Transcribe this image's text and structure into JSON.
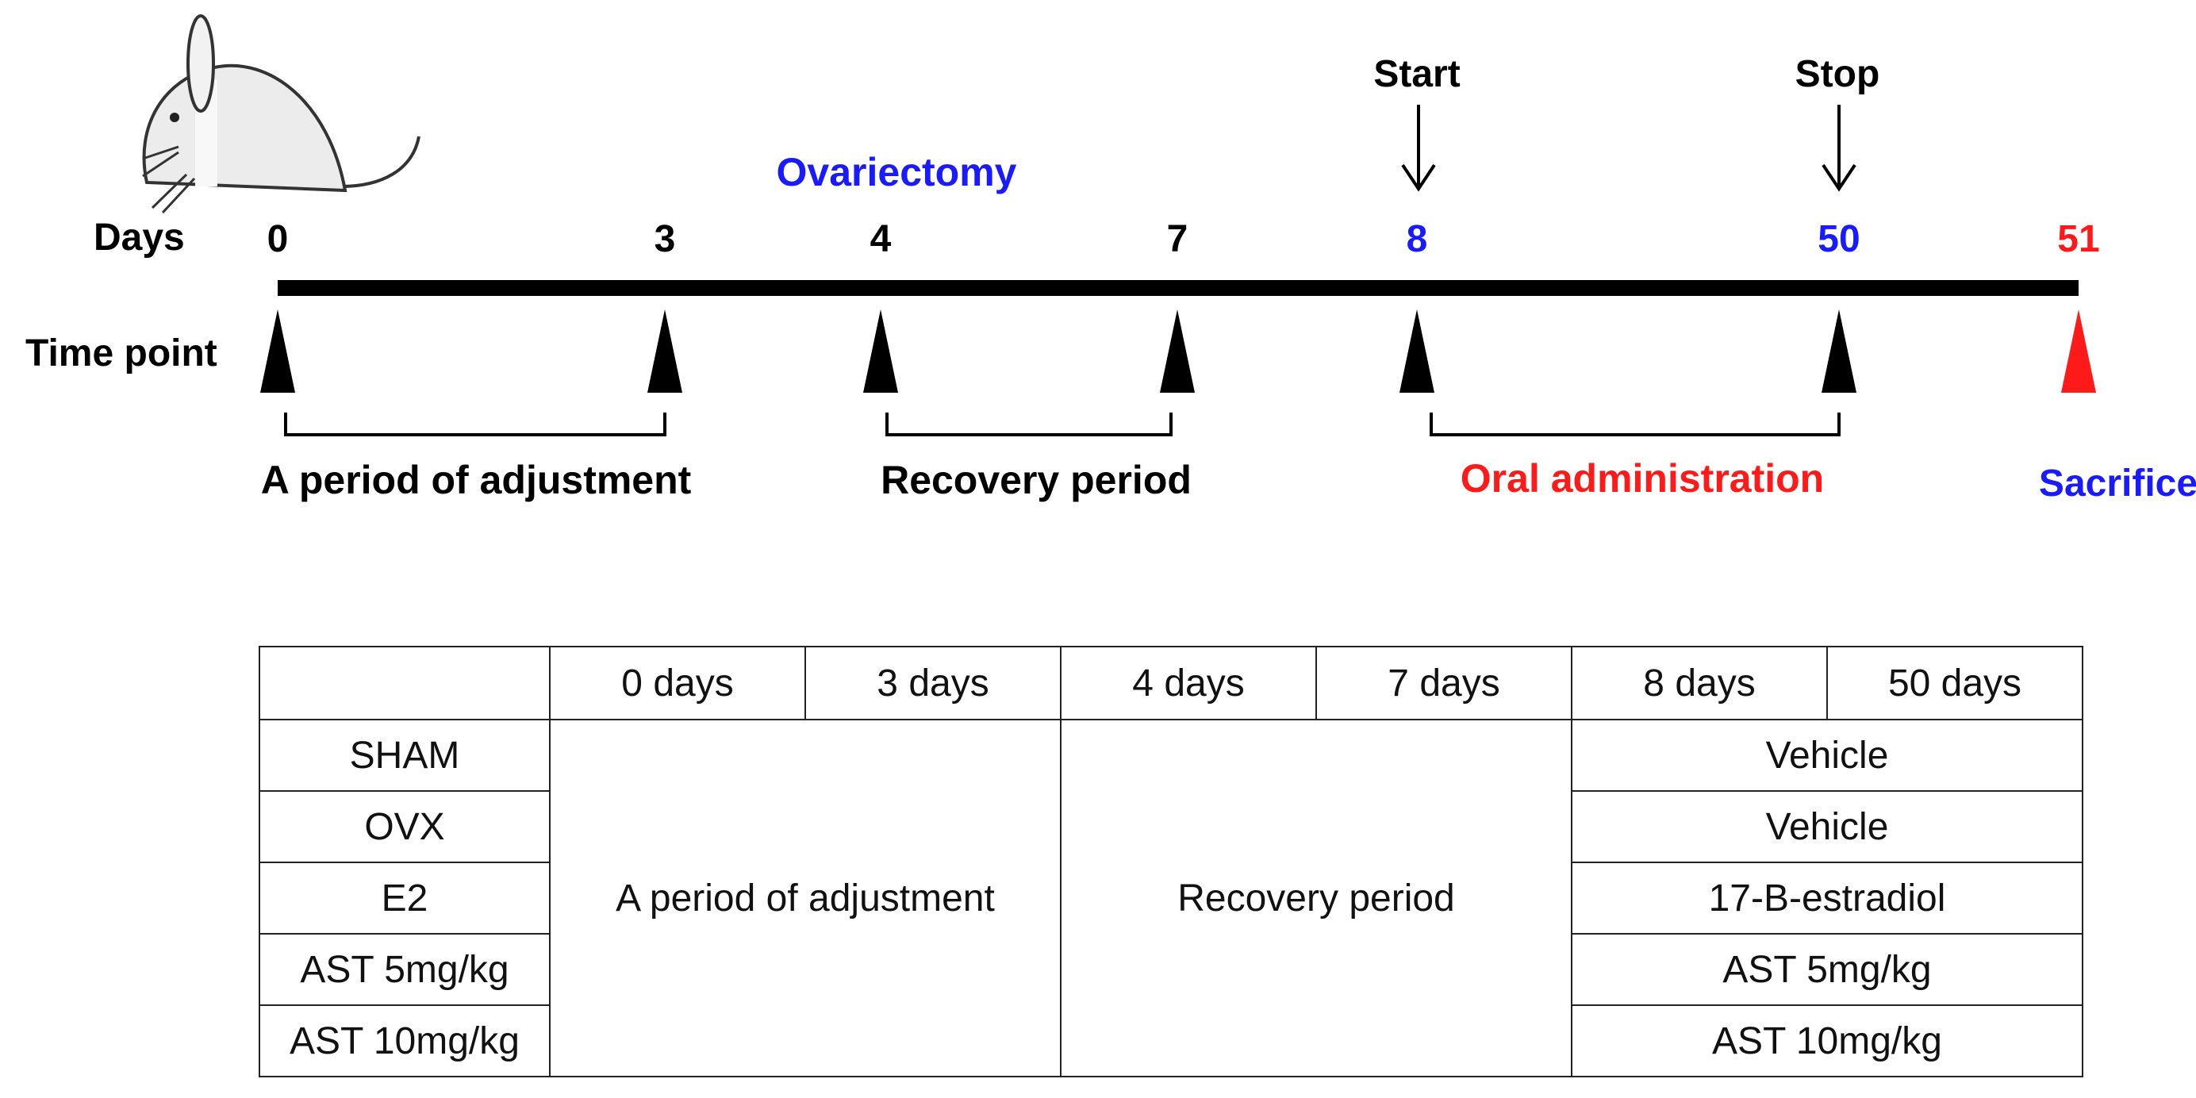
{
  "colors": {
    "black": "#000000",
    "blue": "#1a1aff",
    "red": "#ff1a1a"
  },
  "timeline": {
    "days_label": "Days",
    "time_point_label": "Time point",
    "ticks": [
      {
        "day": "0",
        "color": "black"
      },
      {
        "day": "3",
        "color": "black"
      },
      {
        "day": "4",
        "color": "black"
      },
      {
        "day": "7",
        "color": "black"
      },
      {
        "day": "8",
        "color": "blue"
      },
      {
        "day": "50",
        "color": "blue"
      },
      {
        "day": "51",
        "color": "red"
      }
    ],
    "events": {
      "ovariectomy": "Ovariectomy",
      "start": "Start",
      "stop": "Stop",
      "sacrifice": "Sacrifice"
    },
    "periods": {
      "adjustment": "A period of adjustment",
      "recovery": "Recovery period",
      "oral": "Oral administration"
    }
  },
  "table": {
    "header": [
      "0 days",
      "3 days",
      "4 days",
      "7 days",
      "8 days",
      "50 days"
    ],
    "groups": [
      "SHAM",
      "OVX",
      "E2",
      "AST 5mg/kg",
      "AST 10mg/kg"
    ],
    "adjustment": "A period of adjustment",
    "recovery": "Recovery period",
    "treatments": [
      "Vehicle",
      "Vehicle",
      "17-B-estradiol",
      "AST 5mg/kg",
      "AST 10mg/kg"
    ]
  }
}
